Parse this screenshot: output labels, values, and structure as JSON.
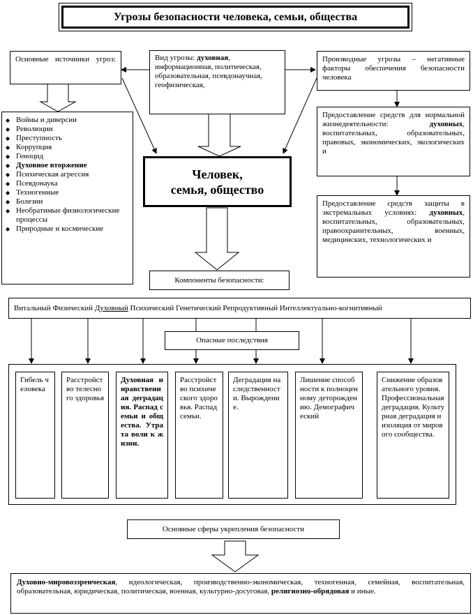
{
  "title": "Угрозы безопасности человека, семьи, общества",
  "sources_box": {
    "text": "Основные источники угроз:"
  },
  "threat_types": {
    "prefix": "Вид угрозы: ",
    "bold": "духовная",
    "rest": ", информационная, политическая, образовательная, псевдонаучная, геофизическая,"
  },
  "derived_threats": {
    "text": "Производные угрозы – негативные факторы обеспечения безопасности человека"
  },
  "sources_list": [
    {
      "text": "Войны и диверсии",
      "bold": false
    },
    {
      "text": "Революции",
      "bold": false
    },
    {
      "text": "Преступность",
      "bold": false
    },
    {
      "text": "Коррупция",
      "bold": false
    },
    {
      "text": "Геноцид",
      "bold": false
    },
    {
      "text": "Духовное вторжение",
      "bold": true
    },
    {
      "text": "Психическая агрессия",
      "bold": false
    },
    {
      "text": "Псевдонаука",
      "bold": false
    },
    {
      "text": "Техногенные",
      "bold": false
    },
    {
      "text": "Болезни",
      "bold": false
    },
    {
      "text": "Необратимые физиологические процессы",
      "bold": false
    },
    {
      "text": "Природные и космические",
      "bold": false
    }
  ],
  "center": {
    "line1": "Человек,",
    "line2": "семья, общество"
  },
  "provision_normal": {
    "text1": "Предоставление средств для нормальной жизнедеятельности: ",
    "bold": "духовных",
    "text2": ", воспитательных, образовательных, правовых, экономических, экологических и"
  },
  "provision_extreme": {
    "text1": "Предоставление средств защиты в экстремальных условиях: ",
    "bold": "духовных",
    "text2": ", воспитательных, образовательных, правоохранительных, военных, медицинских, технологических и"
  },
  "components_box": {
    "text": "Компоненты безопасности:"
  },
  "components_row": {
    "before": "Витальный Физический ",
    "underlined": "Духовный",
    "after": " Психический Генетический Репродуктивный Интеллектуально-когнитивный"
  },
  "dangerous_consequences": "Опасные последствия",
  "consequences": [
    {
      "text": "Гибель человека",
      "bold": false
    },
    {
      "text": "Расстройство телесного здоровья",
      "bold": false
    },
    {
      "text": "Духовная и нравственная деградация. Распад семьи и общества. Утрата воли к жизни.",
      "bold": true
    },
    {
      "text": "Расстройство психического здоровья. Распад семьи.",
      "bold": false
    },
    {
      "text": "Деградация наследственности. Вырождение.",
      "bold": false
    },
    {
      "text": "Лишение способности к полноценному деторождению. Демографический",
      "bold": false
    },
    {
      "text": "Снижение образовательного уровня. Профессиональная деградация. Культурная деградация и изоляция от мирового сообщества.",
      "bold": false
    }
  ],
  "strengthening_box": "Основные сферы укрепления безопасности",
  "spheres": {
    "bold1": "Духовно-мировоззренческая",
    "middle": ", идеологическая, производственно-экономическая, техногенная, семейная, воспитательная, образовательная, юридическая, политическая, военная, культурно-досуговая, ",
    "bold2": "религиозно-обрядовая",
    "end": " и иные."
  }
}
